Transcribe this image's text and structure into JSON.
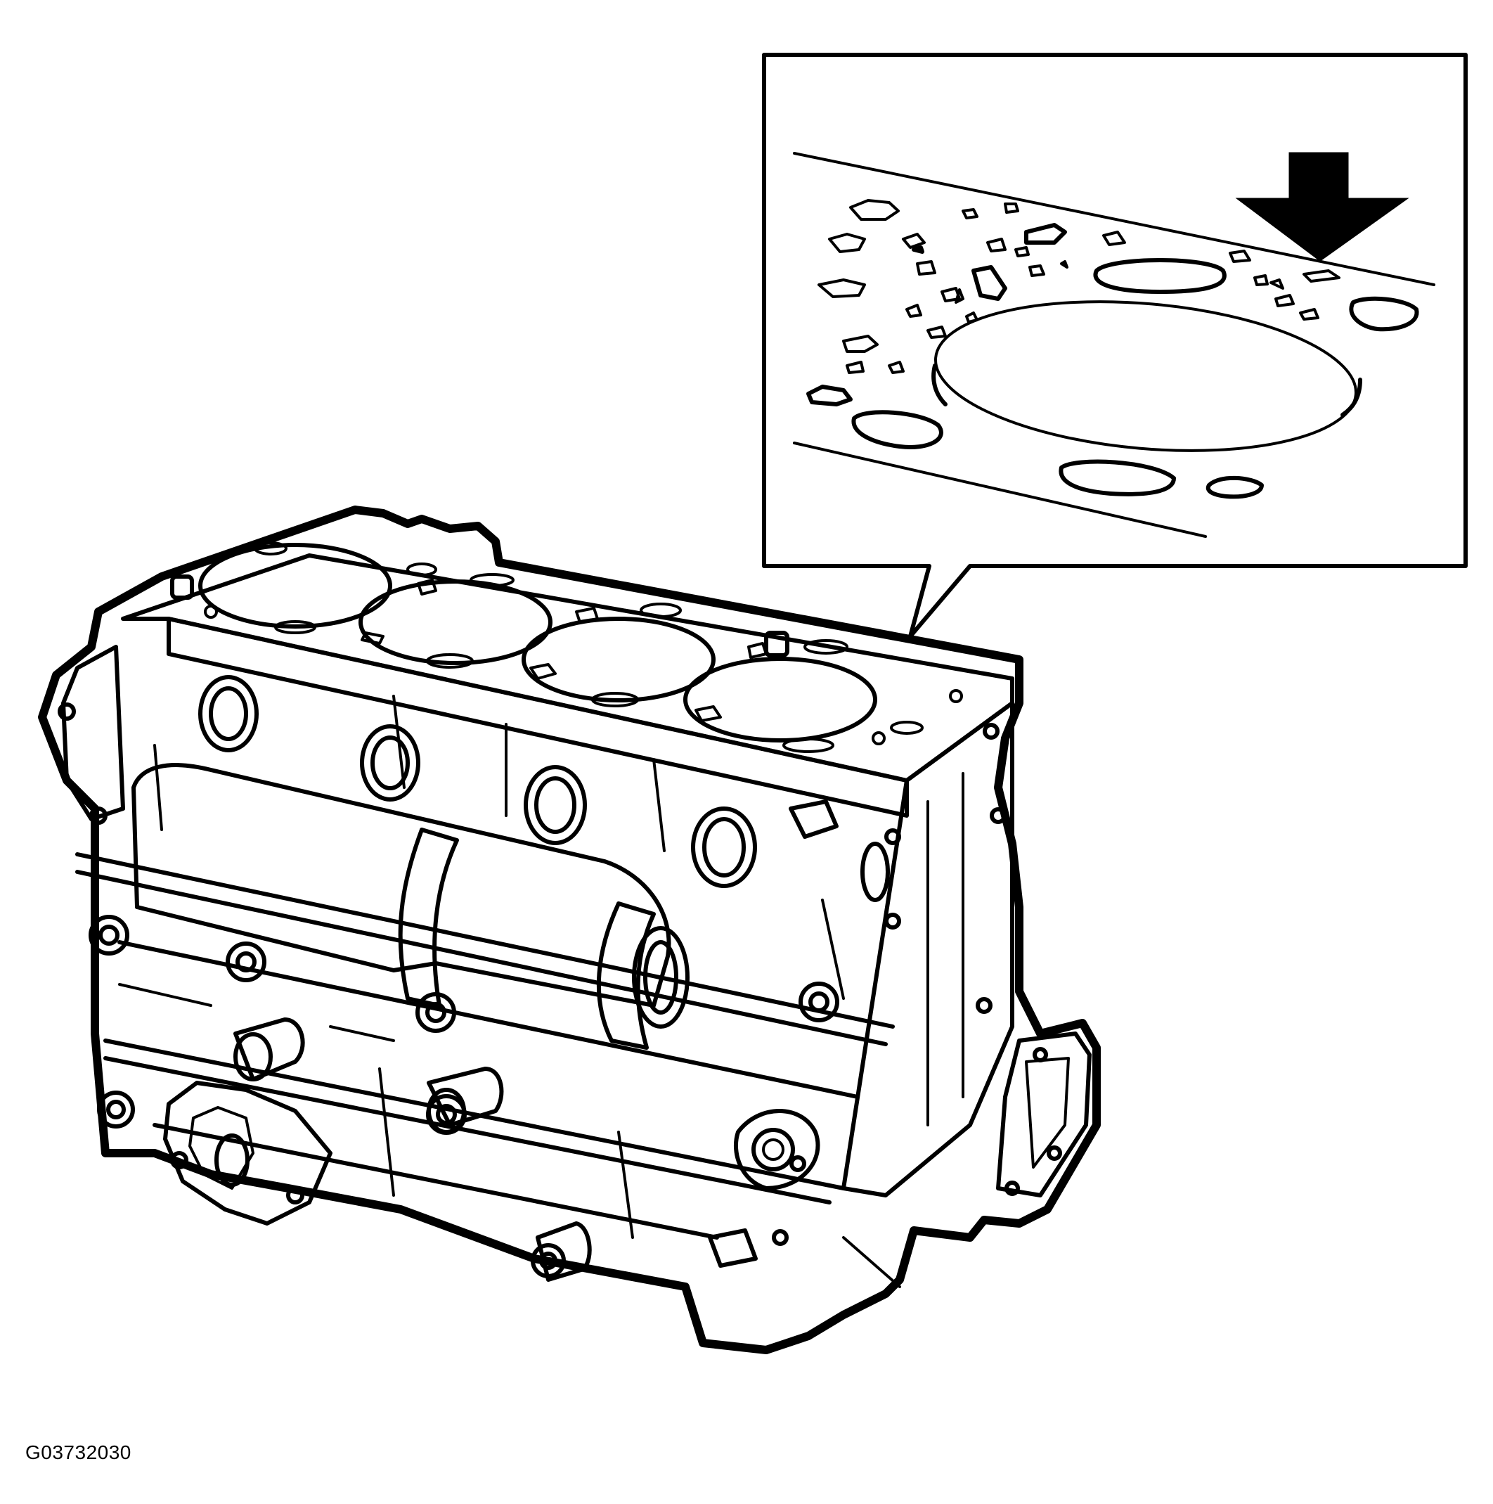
{
  "figure": {
    "id_label": "G03732030"
  },
  "colors": {
    "ink": "#000000",
    "paper": "#ffffff"
  },
  "parts": {
    "main_view": "engine-block",
    "detail_view": "cylinder-head-gasket-detail",
    "indicator": "down-arrow"
  }
}
